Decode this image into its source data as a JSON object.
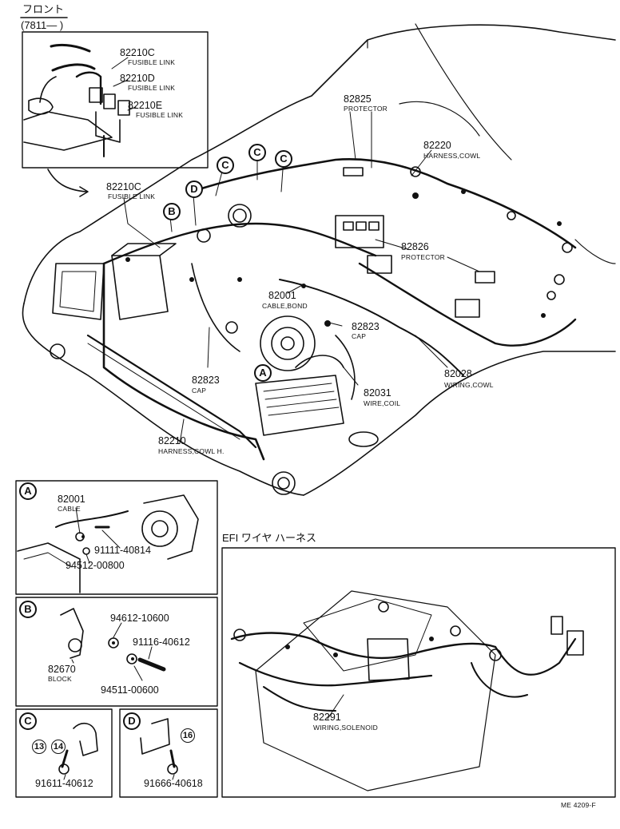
{
  "header": {
    "front_label": "フロント",
    "date_range": "(7811—        )"
  },
  "main_labels": {
    "fl_c_inset": {
      "part": "82210C",
      "desc": "FUSIBLE LINK"
    },
    "fl_d_inset": {
      "part": "82210D",
      "desc": "FUSIBLE LINK"
    },
    "fl_e_inset": {
      "part": "82210E",
      "desc": "FUSIBLE LINK"
    },
    "fl_c_main": {
      "part": "82210C",
      "desc": "FUSIBLE LINK"
    },
    "protector_1": {
      "part": "82825",
      "desc": "PROTECTOR"
    },
    "harness_cowl": {
      "part": "82220",
      "desc": "HARNESS,COWL"
    },
    "protector_2": {
      "part": "82826",
      "desc": "PROTECTOR"
    },
    "cable_bond": {
      "part": "82001",
      "desc": "CABLE,BOND"
    },
    "cap_1": {
      "part": "82823",
      "desc": "CAP"
    },
    "cap_2": {
      "part": "82823",
      "desc": "CAP"
    },
    "wiring_cowl": {
      "part": "82028",
      "desc": "WIRING,COWL"
    },
    "wire_coil": {
      "part": "82031",
      "desc": "WIRE,COIL"
    },
    "harness_cowl_h": {
      "part": "82210",
      "desc": "HARNESS,COWL H."
    }
  },
  "callouts": {
    "a": "A",
    "b": "B",
    "c": "C",
    "d": "D"
  },
  "detail_a": {
    "key": "A",
    "cable": {
      "part": "82001",
      "desc": "CABLE"
    },
    "bolt": "91111-40814",
    "washer": "94512-00800"
  },
  "detail_b": {
    "key": "B",
    "clamp": "94612-10600",
    "bolt": "91116-40612",
    "block": {
      "part": "82670",
      "desc": "BLOCK"
    },
    "nut": "94511-00600"
  },
  "detail_c": {
    "key": "C",
    "ref1": "13",
    "ref2": "14",
    "bolt": "91611-40612"
  },
  "detail_d": {
    "key": "D",
    "ref1": "16",
    "bolt": "91666-40618"
  },
  "efi": {
    "title": "EFI ワイヤ ハーネス",
    "solenoid": {
      "part": "82291",
      "desc": "WIRING,SOLENOID"
    }
  },
  "footer": {
    "code": "ME 4209-F"
  }
}
